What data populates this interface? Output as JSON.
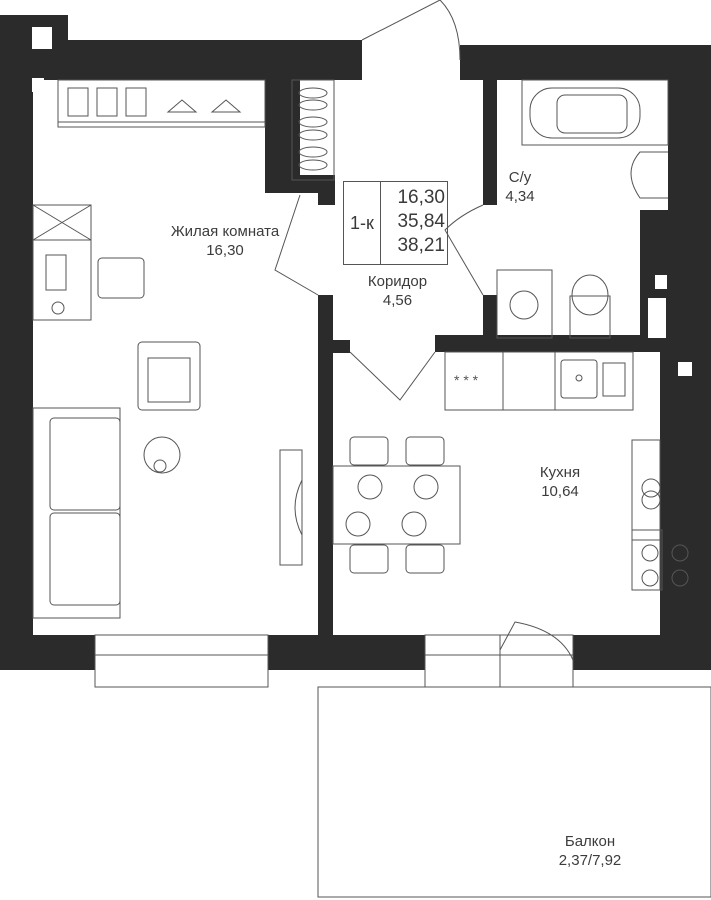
{
  "apartment": {
    "type": "1-к",
    "living_area": "16,30",
    "total_area": "35,84",
    "total_area_with_balcony": "38,21"
  },
  "rooms": [
    {
      "name": "Жилая комната",
      "area": "16,30"
    },
    {
      "name": "Коридор",
      "area": "4,56"
    },
    {
      "name": "С/у",
      "area": "4,34"
    },
    {
      "name": "Кухня",
      "area": "10,64"
    },
    {
      "name": "Балкон",
      "area": "2,37/7,92"
    }
  ],
  "colors": {
    "wall": "#2b2b2b",
    "line": "#555555"
  }
}
